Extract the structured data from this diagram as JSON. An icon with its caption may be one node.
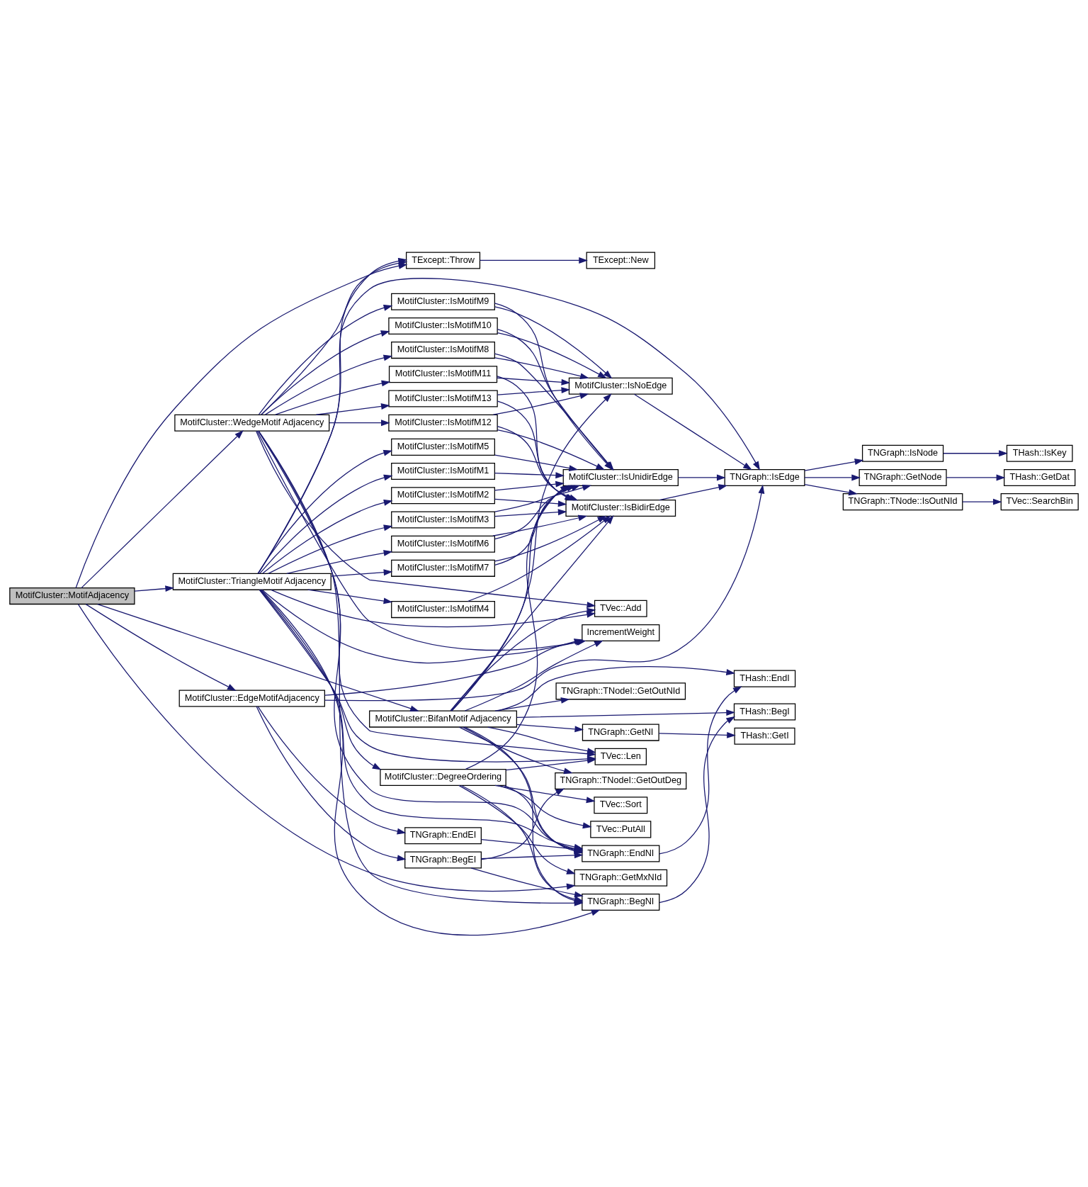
{
  "diagram": {
    "nodes": [
      {
        "text": [
          "MotifCluster::MotifAdjacency"
        ]
      },
      {
        "text": [
          "MotifCluster::EdgeMotifAdjacency"
        ]
      },
      {
        "text": [
          "MotifCluster::WedgeMotif Adjacency"
        ]
      },
      {
        "text": [
          "MotifCluster::TriangleMotif Adjacency"
        ]
      },
      {
        "text": [
          "TNGraph::EndEI"
        ]
      },
      {
        "text": [
          "TNGraph::BegEI"
        ]
      },
      {
        "text": [
          "MotifCluster::BifanMotif Adjacency"
        ]
      },
      {
        "text": [
          "TExcept::Throw"
        ]
      },
      {
        "text": [
          "MotifCluster::DegreeOrdering"
        ]
      },
      {
        "text": [
          "MotifCluster::IsMotifM10"
        ]
      },
      {
        "text": [
          "MotifCluster::IsMotifM8"
        ]
      },
      {
        "text": [
          "MotifCluster::IsMotifM9"
        ]
      },
      {
        "text": [
          "MotifCluster::IsMotifM11"
        ]
      },
      {
        "text": [
          "MotifCluster::IsMotifM13"
        ]
      },
      {
        "text": [
          "MotifCluster::IsMotifM12"
        ]
      },
      {
        "text": [
          "MotifCluster::IsMotifM5"
        ]
      },
      {
        "text": [
          "MotifCluster::IsMotifM1"
        ]
      },
      {
        "text": [
          "MotifCluster::IsMotifM2"
        ]
      },
      {
        "text": [
          "MotifCluster::IsMotifM3"
        ]
      },
      {
        "text": [
          "MotifCluster::IsMotifM6"
        ]
      },
      {
        "text": [
          "MotifCluster::IsMotifM7"
        ]
      },
      {
        "text": [
          "MotifCluster::IsMotifM4"
        ]
      },
      {
        "text": [
          "TNGraph::EndNI"
        ]
      },
      {
        "text": [
          "TNGraph::TNodeI::GetOutDeg"
        ]
      },
      {
        "text": [
          "TNGraph::GetNI"
        ]
      },
      {
        "text": [
          "TNGraph::TNodeI::GetOutNId"
        ]
      },
      {
        "text": [
          "TNGraph::BegNI"
        ]
      },
      {
        "text": [
          "IncrementWeight"
        ]
      },
      {
        "text": [
          "TExcept::New"
        ]
      },
      {
        "text": [
          "TVec::Add"
        ]
      },
      {
        "text": [
          "TVec::Len"
        ]
      },
      {
        "text": [
          "TVec::Sort"
        ]
      },
      {
        "text": [
          "TVec::PutAll"
        ]
      },
      {
        "text": [
          "MotifCluster::IsNoEdge"
        ]
      },
      {
        "text": [
          "MotifCluster::IsUnidirEdge"
        ]
      },
      {
        "text": [
          "MotifCluster::IsBidirEdge"
        ]
      },
      {
        "text": [
          "TNGraph::GetMxNId"
        ]
      },
      {
        "text": [
          "THash::EndI"
        ]
      },
      {
        "text": [
          "THash::GetI"
        ]
      },
      {
        "text": [
          "THash::BegI"
        ]
      },
      {
        "text": [
          "TNGraph::IsEdge"
        ]
      },
      {
        "text": [
          "TNGraph::IsNode"
        ]
      },
      {
        "text": [
          "TNGraph::GetNode"
        ]
      },
      {
        "text": [
          "TNGraph::TNode::IsOutNId"
        ]
      },
      {
        "text": [
          "THash::IsKey"
        ]
      },
      {
        "text": [
          "THash::GetDat"
        ]
      },
      {
        "text": [
          "TVec::SearchBin"
        ]
      }
    ],
    "edges": [
      {
        "from": 0,
        "to": 6,
        "arrow": "to"
      },
      {
        "from": 0,
        "to": 1,
        "arrow": "to"
      },
      {
        "from": 0,
        "to": 7,
        "arrow": "to"
      },
      {
        "from": 0,
        "to": 2,
        "arrow": "to"
      },
      {
        "from": 0,
        "to": 3,
        "arrow": "to"
      },
      {
        "from": 0,
        "to": 36,
        "arrow": "to"
      },
      {
        "from": 1,
        "to": 4,
        "arrow": "to"
      },
      {
        "from": 1,
        "to": 5,
        "arrow": "to"
      },
      {
        "from": 1,
        "to": 27,
        "arrow": "to"
      },
      {
        "from": 1,
        "to": 40,
        "arrow": "to"
      },
      {
        "from": 4,
        "to": 22,
        "arrow": "to"
      },
      {
        "from": 5,
        "to": 22,
        "arrow": "to"
      },
      {
        "from": 5,
        "to": 23,
        "arrow": "to"
      },
      {
        "from": 5,
        "to": 26,
        "arrow": "to"
      },
      {
        "from": 6,
        "to": 22,
        "arrow": "to"
      },
      {
        "from": 6,
        "to": 23,
        "arrow": "to"
      },
      {
        "from": 6,
        "to": 37,
        "arrow": "to"
      },
      {
        "from": 6,
        "to": 24,
        "arrow": "to"
      },
      {
        "from": 6,
        "to": 25,
        "arrow": "to"
      },
      {
        "from": 6,
        "to": 39,
        "arrow": "to"
      },
      {
        "from": 6,
        "to": 26,
        "arrow": "to"
      },
      {
        "from": 6,
        "to": 27,
        "arrow": "to"
      },
      {
        "from": 6,
        "to": 29,
        "arrow": "to"
      },
      {
        "from": 6,
        "to": 30,
        "arrow": "to"
      },
      {
        "from": 6,
        "to": 33,
        "arrow": "to"
      },
      {
        "from": 6,
        "to": 34,
        "arrow": "to"
      },
      {
        "from": 6,
        "to": 35,
        "arrow": "to"
      },
      {
        "from": 2,
        "to": 22,
        "arrow": "to"
      },
      {
        "from": 2,
        "to": 26,
        "arrow": "to"
      },
      {
        "from": 2,
        "to": 27,
        "arrow": "to"
      },
      {
        "from": 2,
        "to": 7,
        "arrow": "to"
      },
      {
        "from": 2,
        "to": 29,
        "arrow": "to"
      },
      {
        "from": 2,
        "to": 30,
        "arrow": "to"
      },
      {
        "from": 2,
        "to": 9,
        "arrow": "to"
      },
      {
        "from": 2,
        "to": 10,
        "arrow": "to"
      },
      {
        "from": 2,
        "to": 11,
        "arrow": "to"
      },
      {
        "from": 2,
        "to": 12,
        "arrow": "to"
      },
      {
        "from": 2,
        "to": 13,
        "arrow": "to"
      },
      {
        "from": 2,
        "to": 14,
        "arrow": "to"
      },
      {
        "from": 3,
        "to": 22,
        "arrow": "to"
      },
      {
        "from": 3,
        "to": 26,
        "arrow": "to"
      },
      {
        "from": 3,
        "to": 27,
        "arrow": "to"
      },
      {
        "from": 3,
        "to": 7,
        "arrow": "to"
      },
      {
        "from": 3,
        "to": 29,
        "arrow": "to"
      },
      {
        "from": 3,
        "to": 30,
        "arrow": "to"
      },
      {
        "from": 3,
        "to": 8,
        "arrow": "to"
      },
      {
        "from": 3,
        "to": 15,
        "arrow": "to"
      },
      {
        "from": 3,
        "to": 16,
        "arrow": "to"
      },
      {
        "from": 3,
        "to": 17,
        "arrow": "to"
      },
      {
        "from": 3,
        "to": 18,
        "arrow": "to"
      },
      {
        "from": 3,
        "to": 19,
        "arrow": "to"
      },
      {
        "from": 3,
        "to": 20,
        "arrow": "to"
      },
      {
        "from": 3,
        "to": 21,
        "arrow": "to"
      },
      {
        "from": 3,
        "to": 40,
        "arrow": "to"
      },
      {
        "from": 7,
        "to": 28,
        "arrow": "to"
      },
      {
        "from": 8,
        "to": 22,
        "arrow": "to"
      },
      {
        "from": 8,
        "to": 26,
        "arrow": "to"
      },
      {
        "from": 8,
        "to": 30,
        "arrow": "to"
      },
      {
        "from": 8,
        "to": 31,
        "arrow": "to"
      },
      {
        "from": 8,
        "to": 32,
        "arrow": "to"
      },
      {
        "from": 8,
        "to": 34,
        "arrow": "to"
      },
      {
        "from": 8,
        "to": 36,
        "arrow": "to"
      },
      {
        "from": 9,
        "to": 33,
        "arrow": "to"
      },
      {
        "from": 9,
        "to": 34,
        "arrow": "to"
      },
      {
        "from": 10,
        "to": 33,
        "arrow": "to"
      },
      {
        "from": 10,
        "to": 34,
        "arrow": "to"
      },
      {
        "from": 11,
        "to": 33,
        "arrow": "to"
      },
      {
        "from": 11,
        "to": 34,
        "arrow": "to"
      },
      {
        "from": 12,
        "to": 33,
        "arrow": "to"
      },
      {
        "from": 12,
        "to": 35,
        "arrow": "to"
      },
      {
        "from": 13,
        "to": 33,
        "arrow": "to"
      },
      {
        "from": 13,
        "to": 35,
        "arrow": "to"
      },
      {
        "from": 14,
        "to": 33,
        "arrow": "to"
      },
      {
        "from": 14,
        "to": 34,
        "arrow": "to"
      },
      {
        "from": 14,
        "to": 35,
        "arrow": "to"
      },
      {
        "from": 15,
        "to": 34,
        "arrow": "to"
      },
      {
        "from": 16,
        "to": 34,
        "arrow": "to"
      },
      {
        "from": 17,
        "to": 34,
        "arrow": "to"
      },
      {
        "from": 17,
        "to": 35,
        "arrow": "to"
      },
      {
        "from": 18,
        "to": 34,
        "arrow": "to"
      },
      {
        "from": 18,
        "to": 35,
        "arrow": "to"
      },
      {
        "from": 19,
        "to": 34,
        "arrow": "to"
      },
      {
        "from": 19,
        "to": 35,
        "arrow": "to"
      },
      {
        "from": 20,
        "to": 34,
        "arrow": "to"
      },
      {
        "from": 20,
        "to": 35,
        "arrow": "to"
      },
      {
        "from": 21,
        "to": 35,
        "arrow": "to"
      },
      {
        "from": 22,
        "to": 37,
        "arrow": "to"
      },
      {
        "from": 24,
        "to": 38,
        "arrow": "to"
      },
      {
        "from": 26,
        "to": 39,
        "arrow": "to"
      },
      {
        "from": 33,
        "to": 40,
        "arrow": "to"
      },
      {
        "from": 34,
        "to": 40,
        "arrow": "to"
      },
      {
        "from": 35,
        "to": 40,
        "arrow": "to"
      },
      {
        "from": 40,
        "to": 41,
        "arrow": "to"
      },
      {
        "from": 40,
        "to": 42,
        "arrow": "to"
      },
      {
        "from": 40,
        "to": 43,
        "arrow": "to"
      },
      {
        "from": 41,
        "to": 44,
        "arrow": "to"
      },
      {
        "from": 42,
        "to": 45,
        "arrow": "to"
      },
      {
        "from": 43,
        "to": 46,
        "arrow": "to"
      }
    ]
  }
}
